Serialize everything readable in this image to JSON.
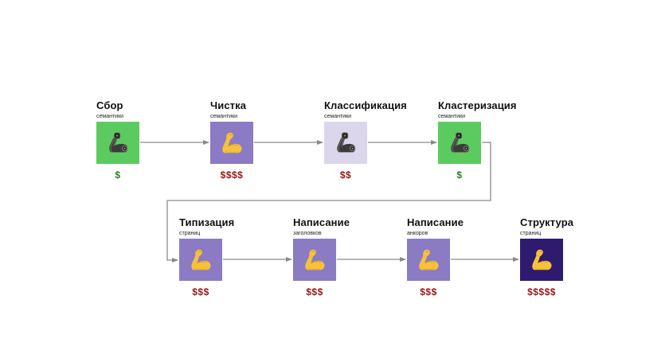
{
  "colors": {
    "green": "#5ccb5f",
    "purple": "#8a7bc4",
    "lavender": "#dcd6ec",
    "dark_purple": "#2e1a6e",
    "cost_green": "#2a7a1f",
    "cost_red": "#9b1414",
    "connector": "#8a8a8a"
  },
  "steps": [
    {
      "title": "Сбор",
      "subtitle": "семантики",
      "icon": "mechanical-arm-icon",
      "box_color": "green",
      "cost": "$",
      "cost_color": "cost_green"
    },
    {
      "title": "Чистка",
      "subtitle": "семантики",
      "icon": "flexed-biceps-icon",
      "box_color": "purple",
      "cost": "$$$$",
      "cost_color": "cost_red"
    },
    {
      "title": "Классификация",
      "subtitle": "семантики",
      "icon": "mechanical-arm-icon",
      "box_color": "lavender",
      "cost": "$$",
      "cost_color": "cost_red"
    },
    {
      "title": "Кластеризация",
      "subtitle": "семантики",
      "icon": "mechanical-arm-icon",
      "box_color": "green",
      "cost": "$",
      "cost_color": "cost_green"
    },
    {
      "title": "Типизация",
      "subtitle": "страниц",
      "icon": "flexed-biceps-icon",
      "box_color": "purple",
      "cost": "$$$",
      "cost_color": "cost_red"
    },
    {
      "title": "Написание",
      "subtitle": "заголовков",
      "icon": "flexed-biceps-icon",
      "box_color": "purple",
      "cost": "$$$",
      "cost_color": "cost_red"
    },
    {
      "title": "Написание",
      "subtitle": "анкоров",
      "icon": "flexed-biceps-icon",
      "box_color": "purple",
      "cost": "$$$",
      "cost_color": "cost_red"
    },
    {
      "title": "Структура",
      "subtitle": "страниц",
      "icon": "flexed-biceps-icon",
      "box_color": "dark_purple",
      "cost": "$$$$$",
      "cost_color": "cost_red"
    }
  ]
}
